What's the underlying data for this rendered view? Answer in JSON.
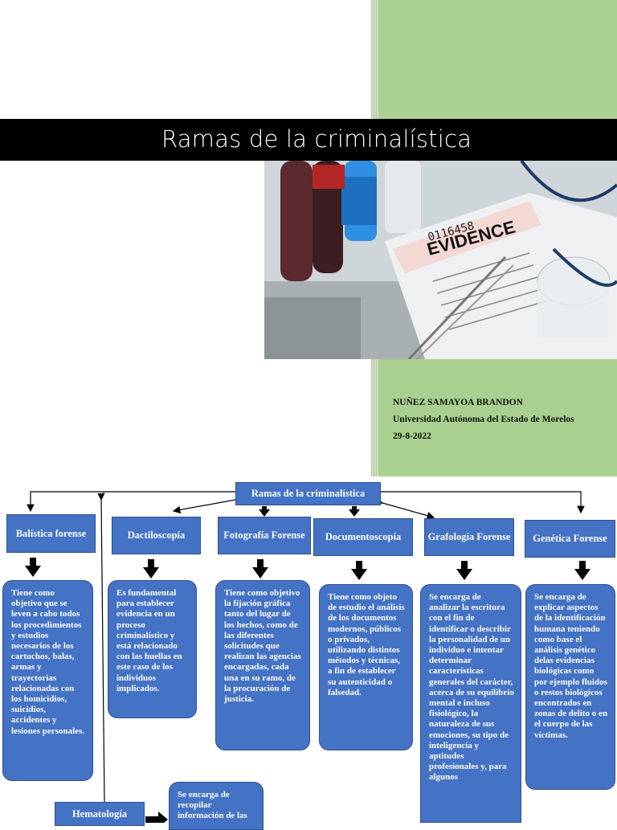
{
  "cover": {
    "title": "Ramas de la criminalística",
    "author_name": "NUÑEZ SAMAYOA BRANDON",
    "university": "Universidad Autónoma del Estado de Morelos",
    "date": "29-8-2022",
    "photo_label_number": "0116458",
    "photo_label_text": "EVIDENCE"
  },
  "map": {
    "root": "Ramas de la criminalística",
    "branches": [
      {
        "title": "Balística forense",
        "desc": "Tiene como objetivo que se leven a cabo todos los procedimientos y estudios necesarios de los cartuchos, balas, armas y trayectorias relacionadas con los homicidios, suicidios, accidentes y lesiones personales."
      },
      {
        "title": "Dactiloscopía",
        "desc": "Es fundamental para establecer evidencia en un proceso criminalístico y está relacionado con las huellas en este caso de los individuos implicados."
      },
      {
        "title": "Fotografía Forense",
        "desc": "Tiene como objetivo la fijación gráfica tanto del lugar de los hechos, como de las diferentes solicitudes que realizan las agencias encargadas, cada una en su ramo, de la procuración de justicia."
      },
      {
        "title": "Documentoscopía",
        "desc": "Tiene como objeto de estudio el análisis de los documentos modernos, públicos o privados, utilizando distintos métodos y técnicas, a fin de establecer su autenticidad o falsedad."
      },
      {
        "title": "Grafología Forense",
        "desc": "Se encarga de analizar la escritura con el fin de identificar o describir la personalidad de un individuo e intentar determinar características generales del carácter, acerca de su equilibrio mental e incluso fisiológico, la naturaleza de sus emociones, su tipo de inteligencia y aptitudes profesionales y, para algunos"
      },
      {
        "title": "Genética Forense",
        "desc": "Se encarga de explicar aspectos de la identificación humana teniendo como base el análisis genético delas evidencias biológicas como por ejemplo fluidos o restos biológicos encontrados en zonas de delito o en el cuerpo de las víctimas."
      },
      {
        "title": "Hematología",
        "desc": "Se encarga de recopilar información de las"
      }
    ]
  },
  "colors": {
    "box": "#4472c4",
    "band": "#a9d08e",
    "title_bar": "#000000"
  }
}
